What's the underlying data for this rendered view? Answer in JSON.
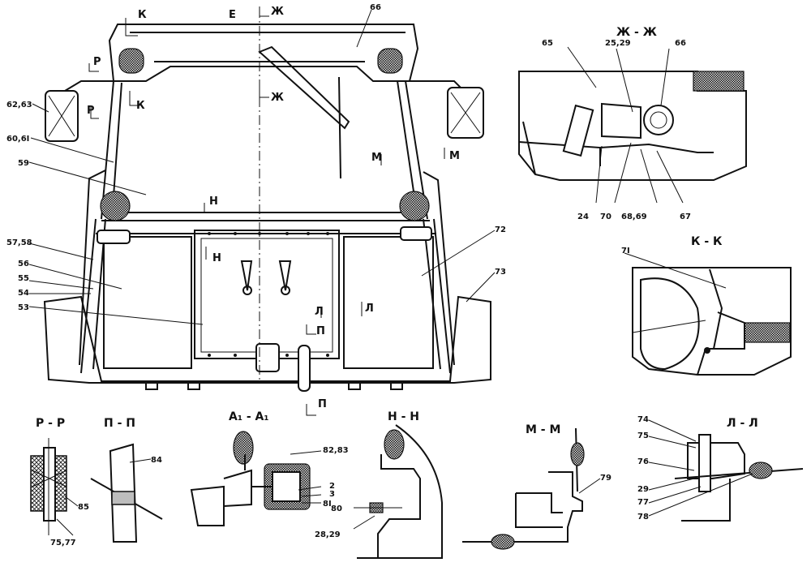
{
  "main_view": {
    "cut_marks": {
      "k_top": "К",
      "k_bottom": "К",
      "e": "Е",
      "zh_top": "Ж",
      "zh_bottom": "Ж",
      "r_top": "Р",
      "r_bottom": "Р",
      "m_left": "М",
      "m_right": "М",
      "n_top": "Н",
      "n_bottom": "Н",
      "l_left": "Л",
      "l_right": "Л",
      "p_top": "П",
      "p_bottom": "П"
    },
    "callouts": {
      "c66": "66",
      "c6263": "62,63",
      "c6061": "60,6I",
      "c59": "59",
      "c5758": "57,58",
      "c56": "56",
      "c55": "55",
      "c54": "54",
      "c53": "53",
      "c72": "72",
      "c73": "73"
    }
  },
  "section_zh": {
    "title": "Ж - Ж",
    "callouts": {
      "c65": "65",
      "c2529": "25,29",
      "c66": "66",
      "c24": "24",
      "c70": "70",
      "c6869": "68,69",
      "c67": "67"
    }
  },
  "section_k": {
    "title": "К - К",
    "callouts": {
      "c71": "7I"
    }
  },
  "section_r": {
    "title": "Р - Р",
    "callouts": {
      "c85": "85",
      "c7577": "75,77"
    }
  },
  "section_p": {
    "title": "П - П",
    "callouts": {
      "c84": "84"
    }
  },
  "section_a": {
    "title": "А₁ - А₁",
    "callouts": {
      "c8283": "82,83",
      "c2": "2",
      "c3": "3",
      "c81": "8I"
    }
  },
  "section_n": {
    "title": "Н - Н",
    "callouts": {
      "c80": "80",
      "c2829": "28,29"
    }
  },
  "section_m": {
    "title": "М - М",
    "callouts": {
      "c79": "79"
    }
  },
  "section_l": {
    "title": "Л - Л",
    "callouts": {
      "c74": "74",
      "c75": "75",
      "c76": "76",
      "c29": "29",
      "c77": "77",
      "c78": "78"
    }
  }
}
